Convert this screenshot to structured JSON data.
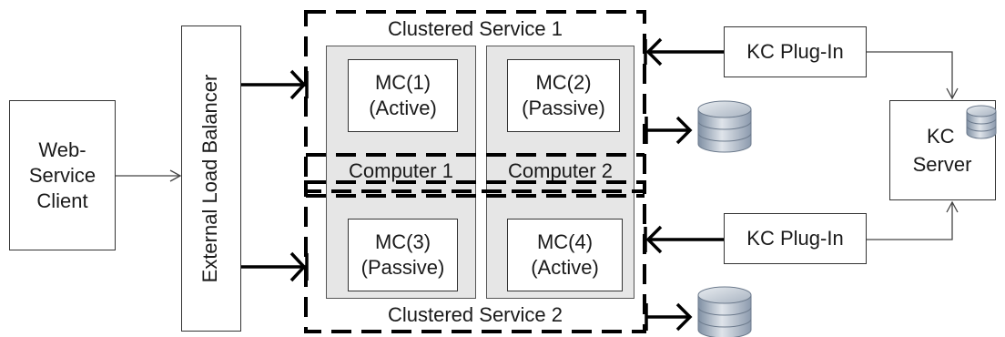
{
  "web_client": {
    "line1": "Web-",
    "line2": "Service",
    "line3": "Client"
  },
  "load_balancer": {
    "label": "External Load Balancer"
  },
  "cluster1": {
    "label": "Clustered Service 1"
  },
  "cluster2": {
    "label": "Clustered Service 2"
  },
  "computer1": {
    "label": "Computer 1"
  },
  "computer2": {
    "label": "Computer 2"
  },
  "mc1": {
    "name": "MC(1)",
    "state": "(Active)"
  },
  "mc2": {
    "name": "MC(2)",
    "state": "(Passive)"
  },
  "mc3": {
    "name": "MC(3)",
    "state": "(Passive)"
  },
  "mc4": {
    "name": "MC(4)",
    "state": "(Active)"
  },
  "plugin1": {
    "label": "KC Plug-In"
  },
  "plugin2": {
    "label": "KC Plug-In"
  },
  "kc_server": {
    "line1": "KC",
    "line2": "Server"
  },
  "icons": [
    "database-icon"
  ]
}
